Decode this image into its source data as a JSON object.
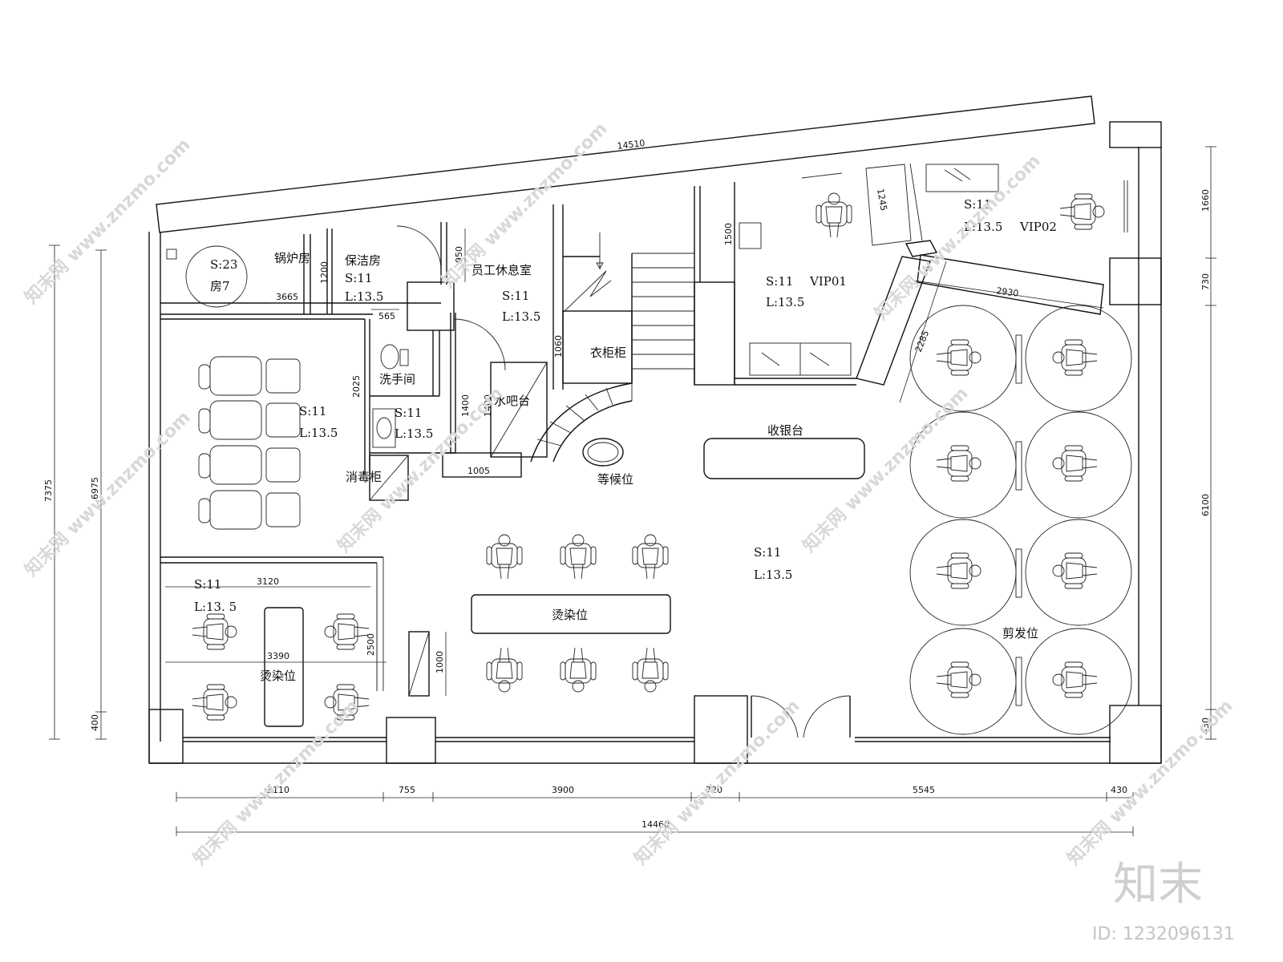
{
  "rooms": {
    "boiler": "锅炉房",
    "cleaning": "保洁房",
    "staff_rest": "员工休息室",
    "wash_hands": "洗手间",
    "water_bar": "水吧台",
    "locker": "衣柜柜",
    "disinfect": "消毒柜",
    "waiting": "等候位",
    "cashier": "收银台",
    "dye_left": "烫染位",
    "dye_center": "烫染位",
    "cut": "剪发位",
    "vip01": "VIP01",
    "vip02": "VIP02",
    "boiler_extra": "房7"
  },
  "codes": {
    "s11": "S:11",
    "s23": "S:23",
    "l135": "L:13.5",
    "l13_5": "L:13. 5"
  },
  "dimensions": {
    "top_slant": "14510",
    "bottom_total": "14460",
    "bottom_segments": [
      "3110",
      "755",
      "3900",
      "720",
      "5545",
      "430"
    ],
    "left_outer": "7375",
    "left_inner": "6975",
    "left_bottom": "400",
    "right_top": "1660",
    "right_mid": "730",
    "right_main": "6100",
    "right_bottom": "430",
    "d3665": "3665",
    "d565": "565",
    "d1200": "1200",
    "d950": "950",
    "d1500": "1500",
    "d1245": "1245",
    "d2930": "2930",
    "d2285": "2285",
    "d1060": "1060",
    "d2025": "2025",
    "d1400a": "1400",
    "d1400b": "1400",
    "d1005": "1005",
    "d3120": "3120",
    "d3390": "3390",
    "d2500": "2500",
    "d1000": "1000"
  },
  "watermark": {
    "text": "知末网 www.znzmo.com",
    "brand": "知末",
    "id": "ID: 1232096131"
  }
}
